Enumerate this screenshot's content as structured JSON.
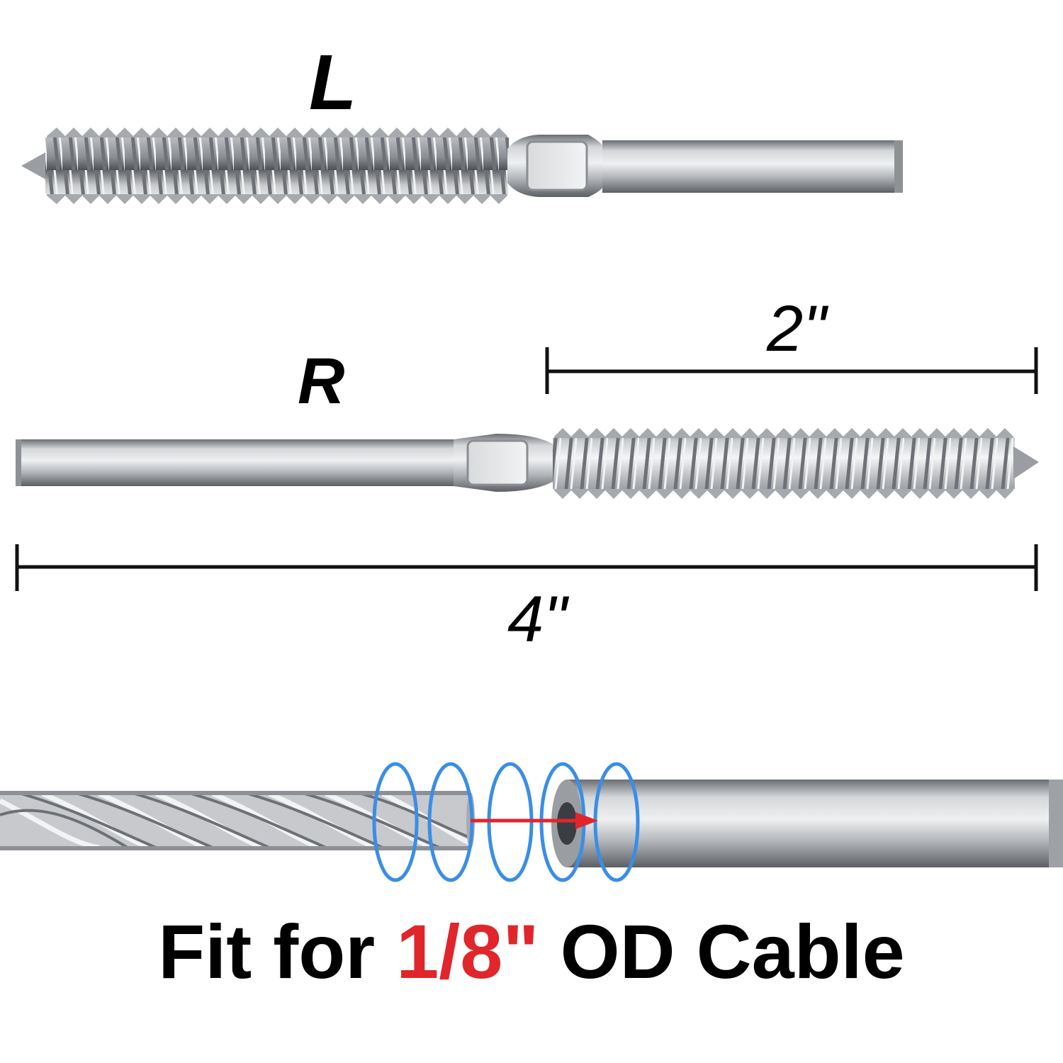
{
  "labels": {
    "left_thread": "L",
    "right_thread": "R"
  },
  "dimensions": {
    "threaded_length": "2\"",
    "overall_length": "4\""
  },
  "caption": {
    "prefix": "Fit for",
    "highlight": "1/8\"",
    "suffix": "OD Cable"
  },
  "colors": {
    "text": "#000000",
    "highlight": "#e0262b",
    "ring": "#3a8ee6",
    "arrow": "#e0262b",
    "steel_light": "#e6e7e9",
    "steel_dark": "#7a7d82"
  }
}
